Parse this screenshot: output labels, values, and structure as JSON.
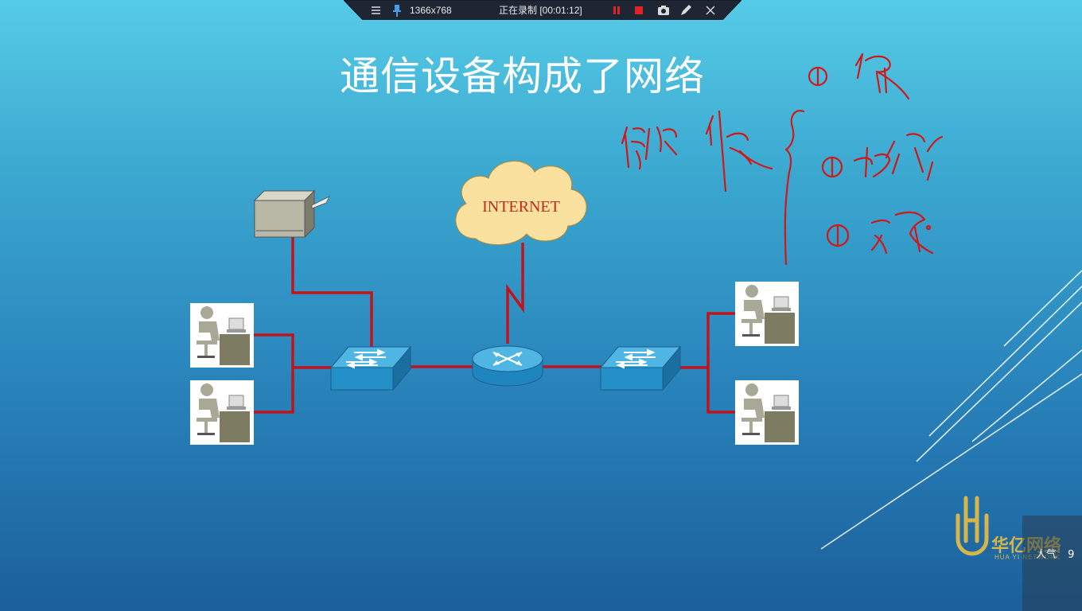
{
  "slide": {
    "title": "通信设备构成了网络"
  },
  "diagram": {
    "cloud_label": "INTERNET",
    "link_color": "#c0141c",
    "device_color": "#2390c8"
  },
  "recorder": {
    "resolution": "1366x768",
    "status": "正在录制 [00:01:12]"
  },
  "logo": {
    "name_cn": "华亿网络",
    "name_en": "HUA YI NETWORK"
  },
  "viewers": {
    "label": "人气",
    "count": "9"
  }
}
